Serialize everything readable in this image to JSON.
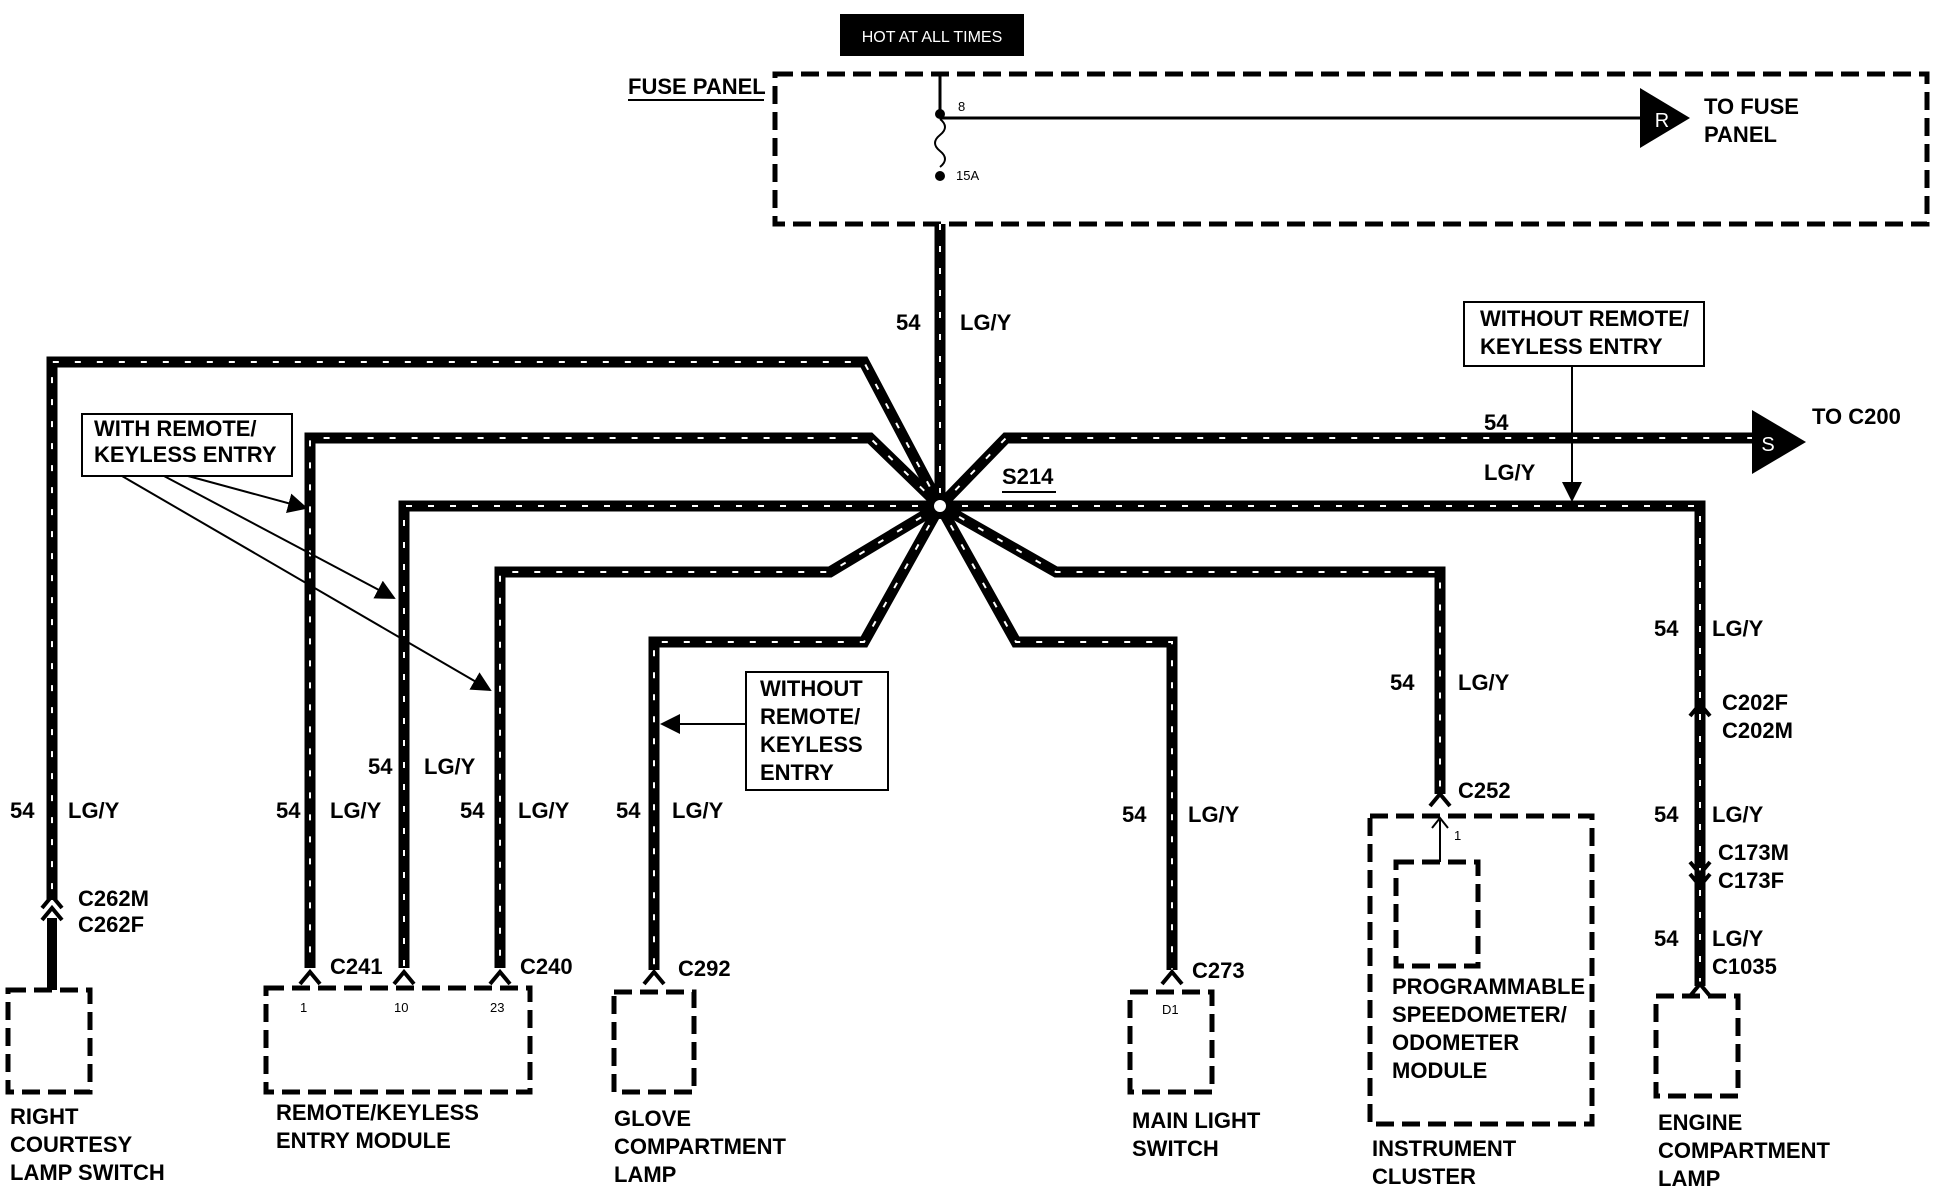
{
  "header": {
    "hot_label": "HOT AT ALL TIMES"
  },
  "fuse_panel": {
    "label": "FUSE PANEL",
    "fuse_number": "8",
    "fuse_rating": "15A",
    "to_fuse_marker": "R",
    "to_fuse_line1": "TO FUSE",
    "to_fuse_line2": "PANEL"
  },
  "wire": {
    "circuit": "54",
    "color": "LG/Y"
  },
  "splice": {
    "label": "S214"
  },
  "to_c200": {
    "marker": "S",
    "label": "TO C200"
  },
  "notes": {
    "with_remote_l1": "WITH REMOTE/",
    "with_remote_l2": "KEYLESS ENTRY",
    "without_remote_top_l1": "WITHOUT REMOTE/",
    "without_remote_top_l2": "KEYLESS ENTRY",
    "without_remote_mid_l1": "WITHOUT",
    "without_remote_mid_l2": "REMOTE/",
    "without_remote_mid_l3": "KEYLESS",
    "without_remote_mid_l4": "ENTRY"
  },
  "connectors": {
    "c262m": "C262M",
    "c262f": "C262F",
    "c241": "C241",
    "c240": "C240",
    "c292": "C292",
    "c273": "C273",
    "c252": "C252",
    "c202f": "C202F",
    "c202m": "C202M",
    "c173m": "C173M",
    "c173f": "C173F",
    "c1035": "C1035"
  },
  "pins": {
    "p1": "1",
    "p10": "10",
    "p23": "23",
    "pd1": "D1",
    "p252": "1"
  },
  "components": {
    "right_courtesy_l1": "RIGHT",
    "right_courtesy_l2": "COURTESY",
    "right_courtesy_l3": "LAMP SWITCH",
    "rke_l1": "REMOTE/KEYLESS",
    "rke_l2": "ENTRY MODULE",
    "glove_l1": "GLOVE",
    "glove_l2": "COMPARTMENT",
    "glove_l3": "LAMP",
    "main_light_l1": "MAIN LIGHT",
    "main_light_l2": "SWITCH",
    "speedo_l1": "PROGRAMMABLE",
    "speedo_l2": "SPEEDOMETER/",
    "speedo_l3": "ODOMETER",
    "speedo_l4": "MODULE",
    "cluster_l1": "INSTRUMENT",
    "cluster_l2": "CLUSTER",
    "engine_l1": "ENGINE",
    "engine_l2": "COMPARTMENT",
    "engine_l3": "LAMP"
  }
}
